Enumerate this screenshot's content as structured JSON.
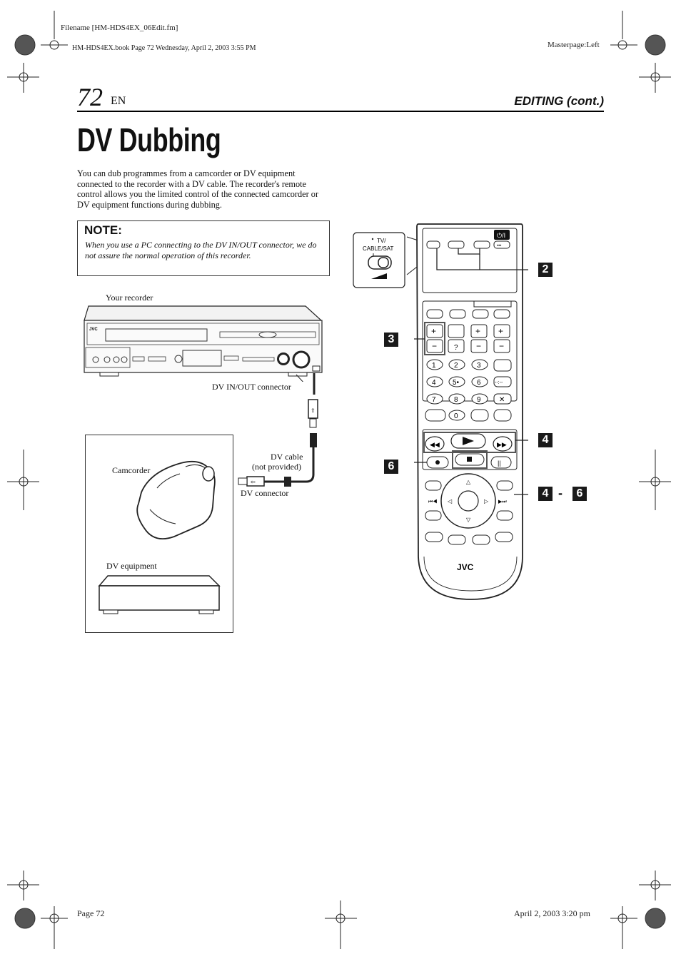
{
  "meta": {
    "filename": "Filename [HM-HDS4EX_06Edit.fm]",
    "bookinfo": "HM-HDS4EX.book  Page 72  Wednesday, April 2, 2003  3:55 PM",
    "masterpage": "Masterpage:Left",
    "footer_page": "Page 72",
    "footer_date": "April 2, 2003 3:20 pm"
  },
  "header": {
    "page_number": "72",
    "lang": "EN",
    "section": "EDITING (cont.)"
  },
  "title": "DV Dubbing",
  "intro": "You can dub programmes from a camcorder or DV equipment connected to the recorder with a DV cable. The recorder's remote control allows you the limited control of the connected camcorder or DV equipment functions during dubbing.",
  "note": {
    "title": "NOTE:",
    "text": "When you use a PC connecting to the DV IN/OUT connector, we do not assure the normal operation of this recorder."
  },
  "diagram": {
    "your_recorder": "Your recorder",
    "dv_inout": "DV IN/OUT connector",
    "camcorder": "Camcorder",
    "dv_equipment": "DV equipment",
    "dv_cable": "DV cable",
    "not_provided": "(not provided)",
    "dv_connector": "DV connector",
    "recorder_brand": "JVC"
  },
  "remote": {
    "switch_label_1": "TV/",
    "switch_label_2": "CABLE/SAT",
    "brand": "JVC",
    "steps": [
      "2",
      "3",
      "4",
      "6",
      "4",
      "6"
    ],
    "step_range_sep": "-",
    "number_keys": [
      "1",
      "2",
      "3",
      "4",
      "5",
      "6",
      "7",
      "8",
      "9",
      "0"
    ],
    "key_5_suffix": "5•",
    "question_key": "?",
    "dashes_key": "--:--",
    "x_key": "✕"
  }
}
